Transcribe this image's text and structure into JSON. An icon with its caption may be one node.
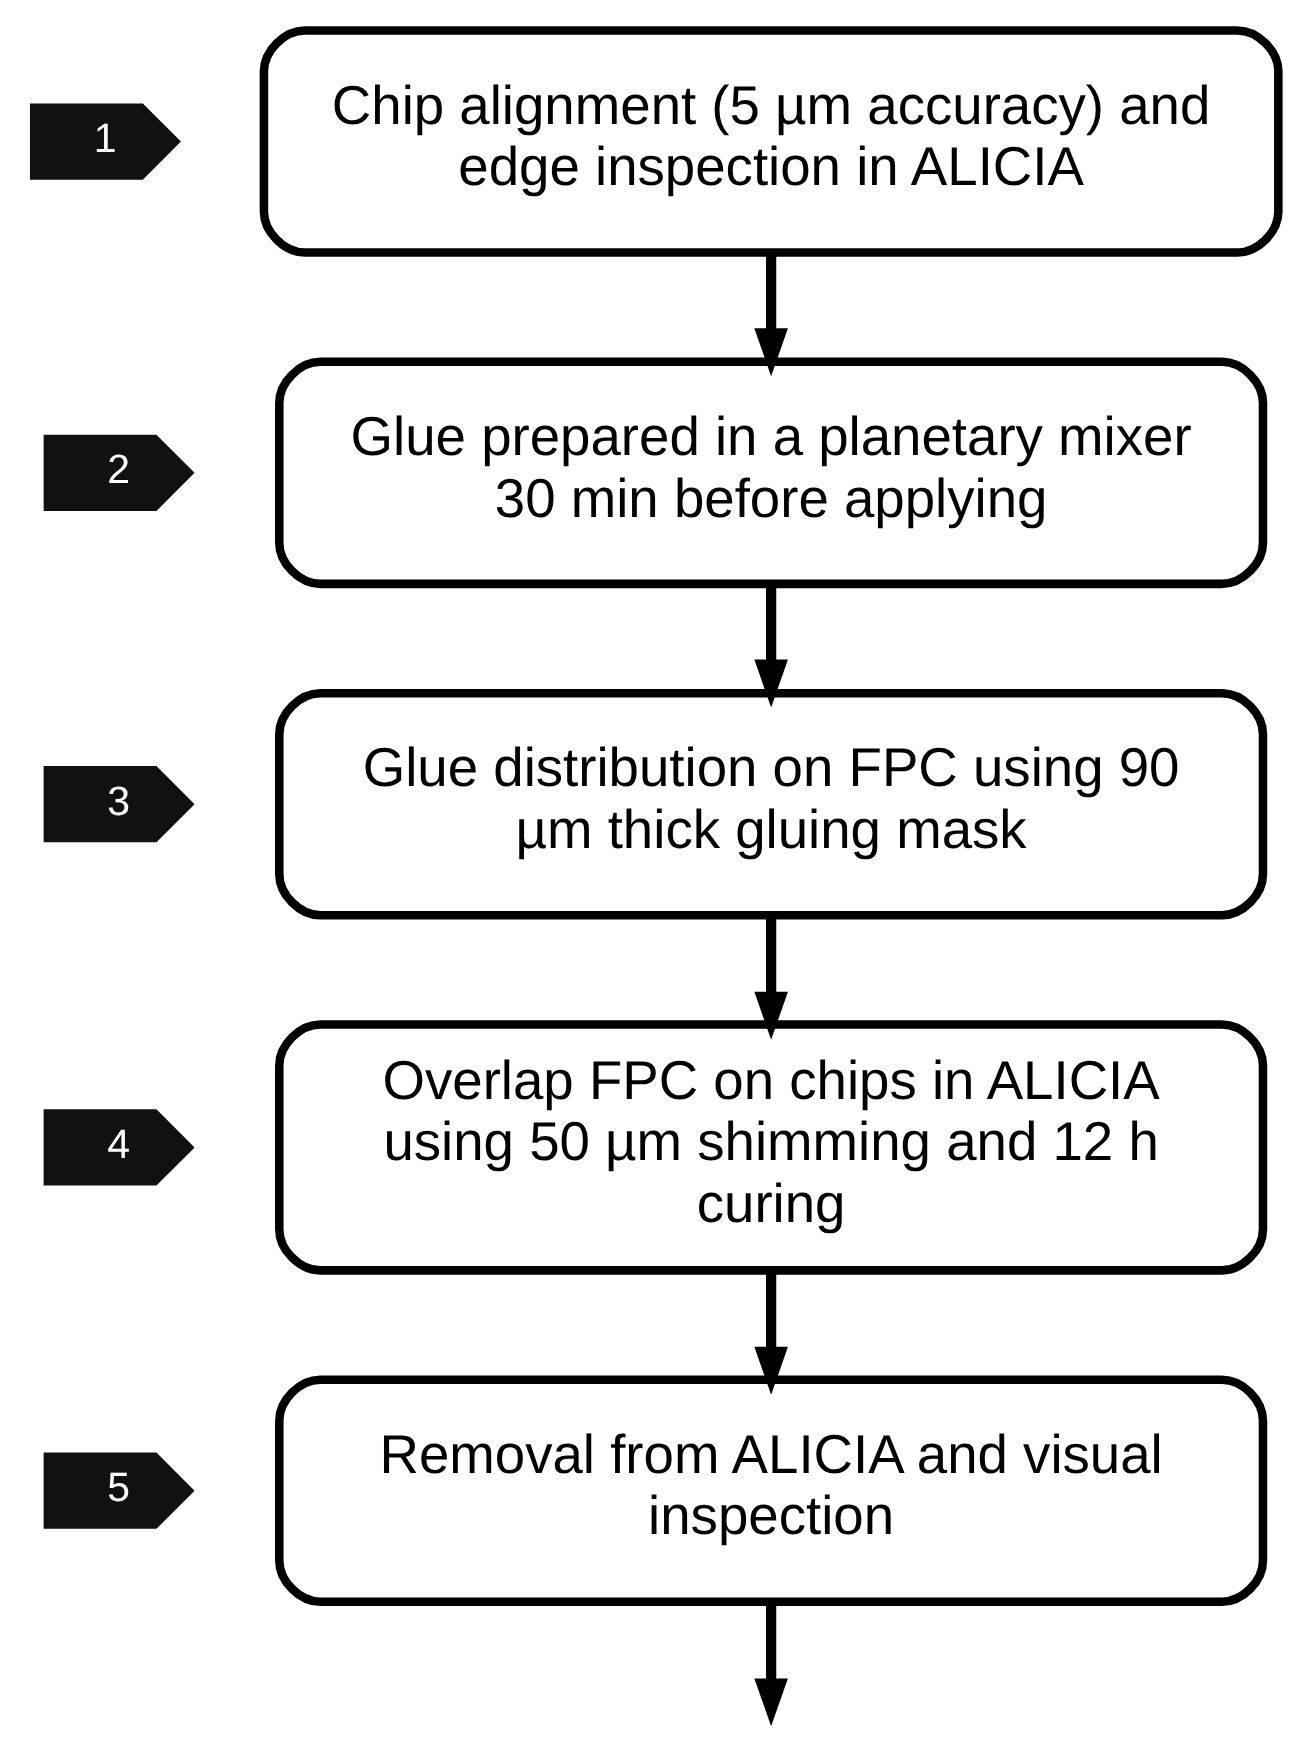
{
  "diagram": {
    "nodes": [
      {
        "text": [
          "1"
        ]
      },
      {
        "text": [
          "Chip alignment (5 µm accuracy) and edge inspection in ALICIA"
        ]
      },
      {
        "text": [
          "2"
        ]
      },
      {
        "text": [
          "Glue prepared in a planetary mixer 30 min before applying"
        ]
      },
      {
        "text": [
          "3"
        ]
      },
      {
        "text": [
          "Glue distribution on FPC using 90 µm thick gluing mask"
        ]
      },
      {
        "text": [
          "4"
        ]
      },
      {
        "text": [
          "Overlap FPC on chips in ALICIA using 50 µm shimming and 12 h curing"
        ]
      },
      {
        "text": [
          "5"
        ]
      },
      {
        "text": [
          "Removal from ALICIA and visual inspection"
        ]
      }
    ],
    "edges": [
      {
        "from": 1,
        "to": 3,
        "arrow": "to"
      },
      {
        "from": 3,
        "to": 5,
        "arrow": "to"
      },
      {
        "from": 5,
        "to": 7,
        "arrow": "to"
      },
      {
        "from": 7,
        "to": 9,
        "arrow": "to"
      },
      {
        "from": 9,
        "to": null,
        "arrow": "to"
      }
    ]
  }
}
